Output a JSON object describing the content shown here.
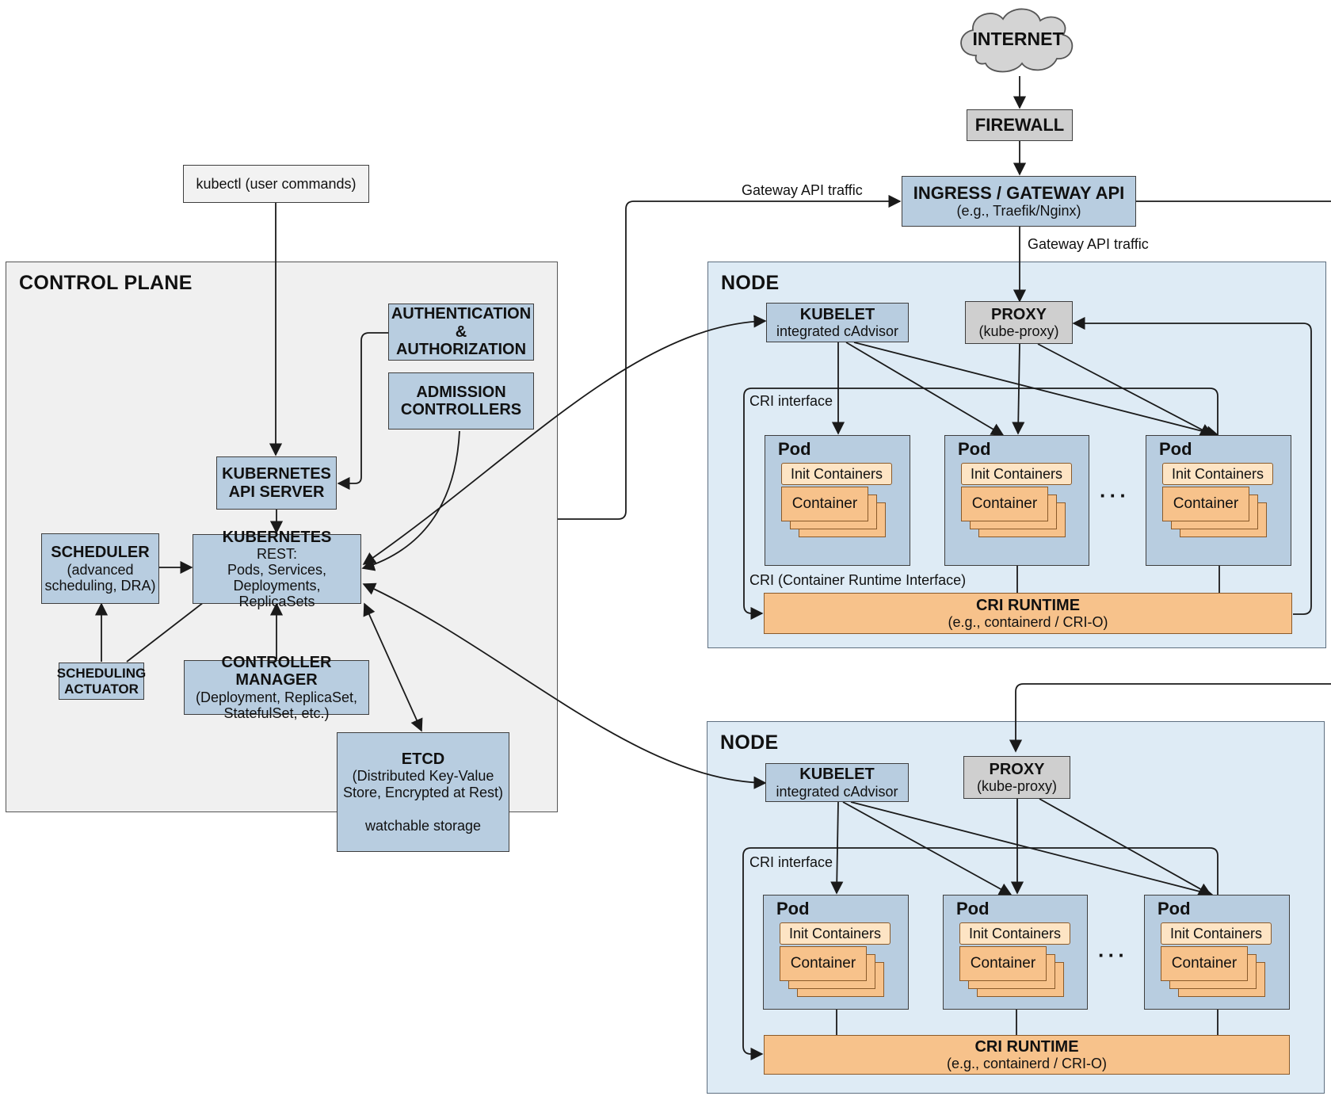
{
  "internet": "INTERNET",
  "firewall": "FIREWALL",
  "ingress": {
    "title": "INGRESS / GATEWAY API",
    "subtitle": "(e.g., Traefik/Nginx)"
  },
  "gateway_label_left": "Gateway API traffic",
  "gateway_label_down": "Gateway API traffic",
  "kubectl": "kubectl (user commands)",
  "control_plane": {
    "title": "CONTROL PLANE",
    "auth": [
      "AUTHENTICATION",
      "& AUTHORIZATION"
    ],
    "admission": [
      "ADMISSION",
      "CONTROLLERS"
    ],
    "api_server": [
      "KUBERNETES",
      "API SERVER"
    ],
    "rest": [
      "KUBERNETES",
      "REST:",
      "Pods, Services,",
      "Deployments, ReplicaSets"
    ],
    "scheduler": [
      "SCHEDULER",
      "(advanced",
      "scheduling, DRA)"
    ],
    "actuator": [
      "SCHEDULING",
      "ACTUATOR"
    ],
    "controller_manager": [
      "CONTROLLER MANAGER",
      "(Deployment, ReplicaSet,",
      "StatefulSet, etc.)"
    ],
    "etcd": [
      "ETCD",
      "(Distributed Key-Value",
      "Store, Encrypted at Rest)",
      "watchable storage"
    ]
  },
  "nodes": [
    {
      "title": "NODE",
      "kubelet": [
        "KUBELET",
        "integrated cAdvisor"
      ],
      "proxy": [
        "PROXY",
        "(kube-proxy)"
      ],
      "cri_interface": "CRI interface",
      "cri_full": "CRI (Container Runtime Interface)",
      "pods": [
        {
          "title": "Pod",
          "init": "Init Containers",
          "container": "Container"
        },
        {
          "title": "Pod",
          "init": "Init Containers",
          "container": "Container"
        },
        {
          "title": "Pod",
          "init": "Init Containers",
          "container": "Container"
        }
      ],
      "runtime": [
        "CRI RUNTIME",
        "(e.g., containerd / CRI-O)"
      ]
    },
    {
      "title": "NODE",
      "kubelet": [
        "KUBELET",
        "integrated cAdvisor"
      ],
      "proxy": [
        "PROXY",
        "(kube-proxy)"
      ],
      "cri_interface": "CRI interface",
      "pods": [
        {
          "title": "Pod",
          "init": "Init Containers",
          "container": "Container"
        },
        {
          "title": "Pod",
          "init": "Init Containers",
          "container": "Container"
        },
        {
          "title": "Pod",
          "init": "Init Containers",
          "container": "Container"
        }
      ],
      "runtime": [
        "CRI RUNTIME",
        "(e.g., containerd / CRI-O)"
      ]
    }
  ]
}
